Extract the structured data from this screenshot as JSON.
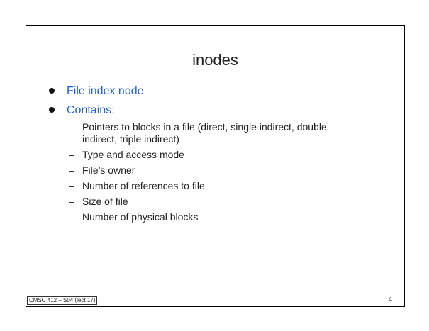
{
  "slide": {
    "title": "inodes",
    "bullets": [
      {
        "text": "File index node"
      },
      {
        "text": "Contains:"
      }
    ],
    "sub_items": [
      "Pointers to blocks in a file (direct, single indirect, double indirect, triple indirect)",
      "Type and access mode",
      "File’s owner",
      "Number of references to file",
      "Size of file",
      "Number of physical blocks"
    ],
    "dash": "–",
    "footer_left": "CMSC 412 – S04 (lect 17)",
    "page_number": "4"
  },
  "colors": {
    "bullet_text": "#1f5fd6",
    "frame": "#000000"
  }
}
